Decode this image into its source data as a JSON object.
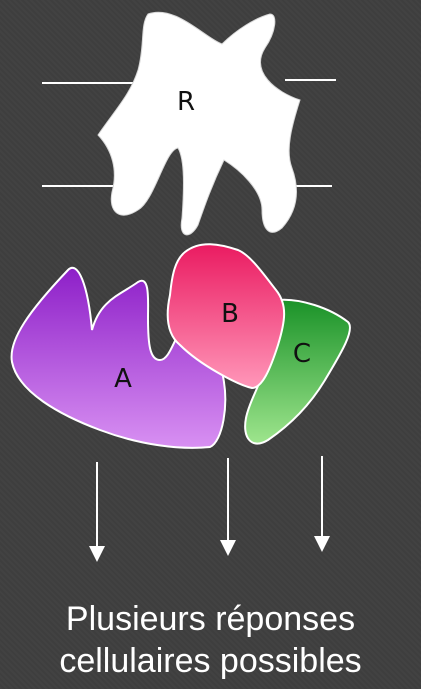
{
  "receptor": {
    "label": "R"
  },
  "proteins": [
    {
      "label": "A",
      "color_top": "#9a2ad0",
      "color_bottom": "#cf86f0"
    },
    {
      "label": "B",
      "color_top": "#e8185e",
      "color_bottom": "#ff8ab0"
    },
    {
      "label": "C",
      "color_top": "#1f9a2c",
      "color_bottom": "#8ee07f"
    }
  ],
  "caption": {
    "line1": "Plusieurs réponses",
    "line2": "cellulaires possibles"
  },
  "colors": {
    "background": "#3f3f3f",
    "membrane": "#ffffff",
    "arrow": "#ffffff"
  }
}
